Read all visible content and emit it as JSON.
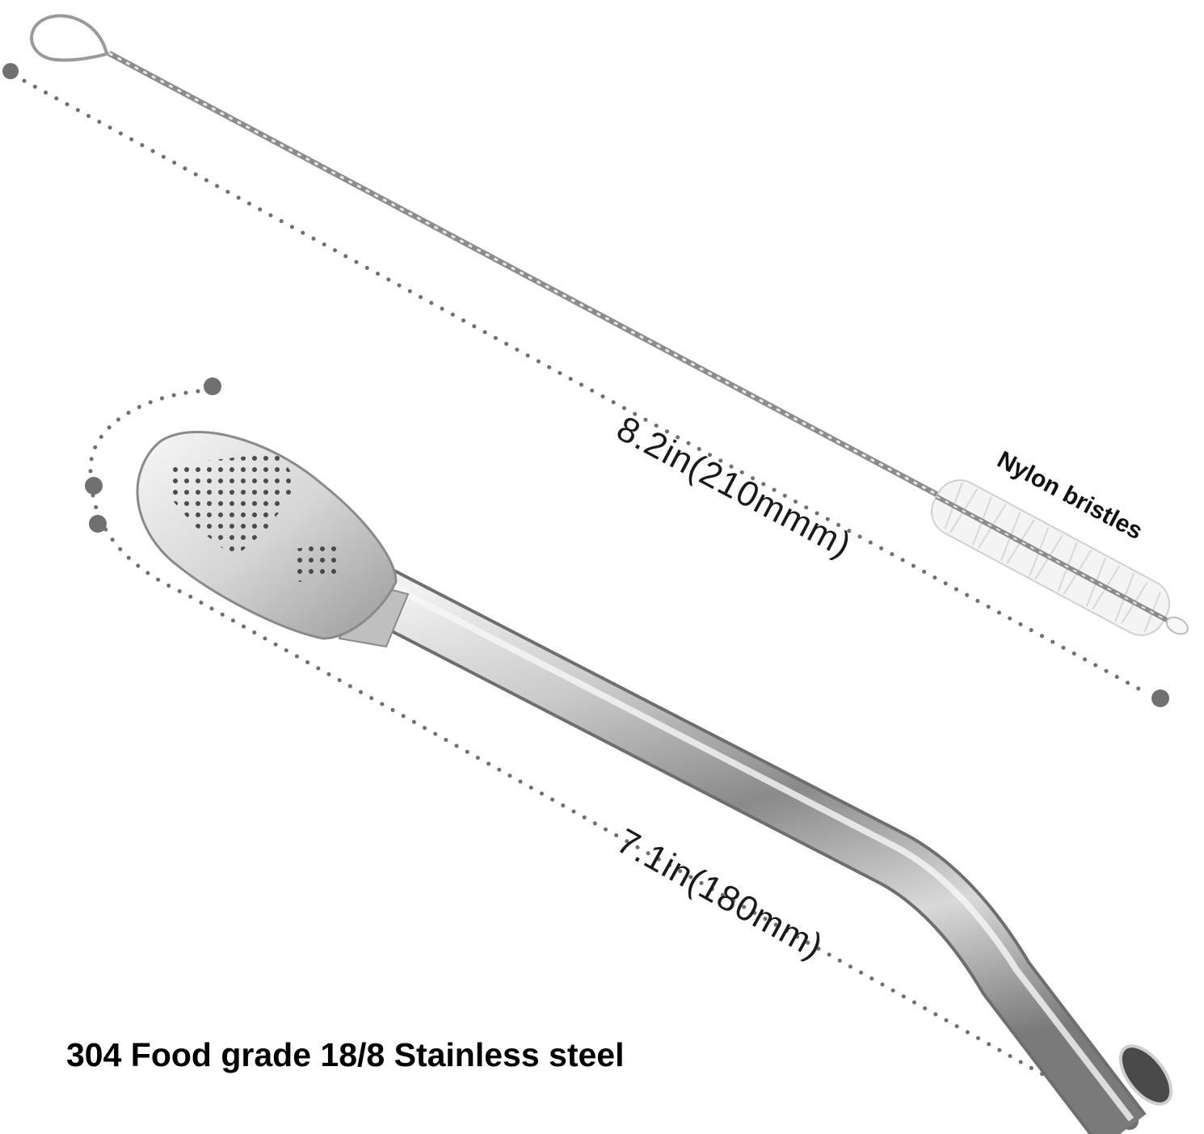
{
  "labels": {
    "brush_length": "8.2in(210mmm)",
    "straw_length": "7.1in(180mm)",
    "bristles": "Nylon bristles",
    "material": "304 Food grade 18/8 Stainless steel"
  },
  "colors": {
    "background": "#ffffff",
    "dots": "#707070",
    "steel_light": "#e8e8e8",
    "steel_mid": "#b5b5b5",
    "steel_dark": "#6e6e6e",
    "bristles": "#f4f4f4",
    "text": "#111111"
  },
  "icons": {
    "brush": "cleaning-brush-icon",
    "straw": "filter-spoon-straw-icon"
  }
}
